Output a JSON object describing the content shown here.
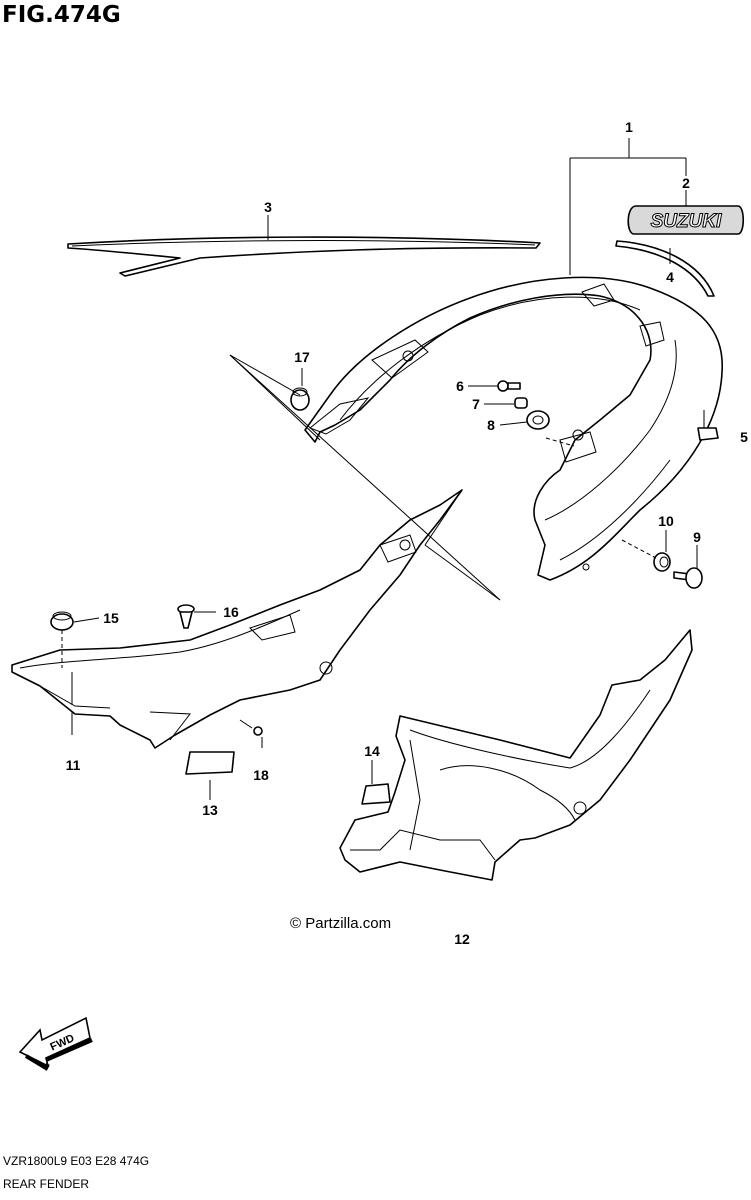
{
  "header": {
    "figure": "FIG.474G"
  },
  "footer": {
    "code": "VZR1800L9  E03  E28  474G",
    "caption": "REAR FENDER"
  },
  "watermark": "© Partzilla.com",
  "brand_emblem": "SUZUKI",
  "fwd_label": "FWD",
  "callouts": {
    "c1": "1",
    "c2": "2",
    "c3": "3",
    "c4": "4",
    "c5": "5",
    "c6": "6",
    "c7": "7",
    "c8": "8",
    "c9": "9",
    "c10": "10",
    "c11": "11",
    "c12": "12",
    "c13": "13",
    "c14": "14",
    "c15": "15",
    "c16": "16",
    "c17": "17",
    "c18": "18"
  }
}
